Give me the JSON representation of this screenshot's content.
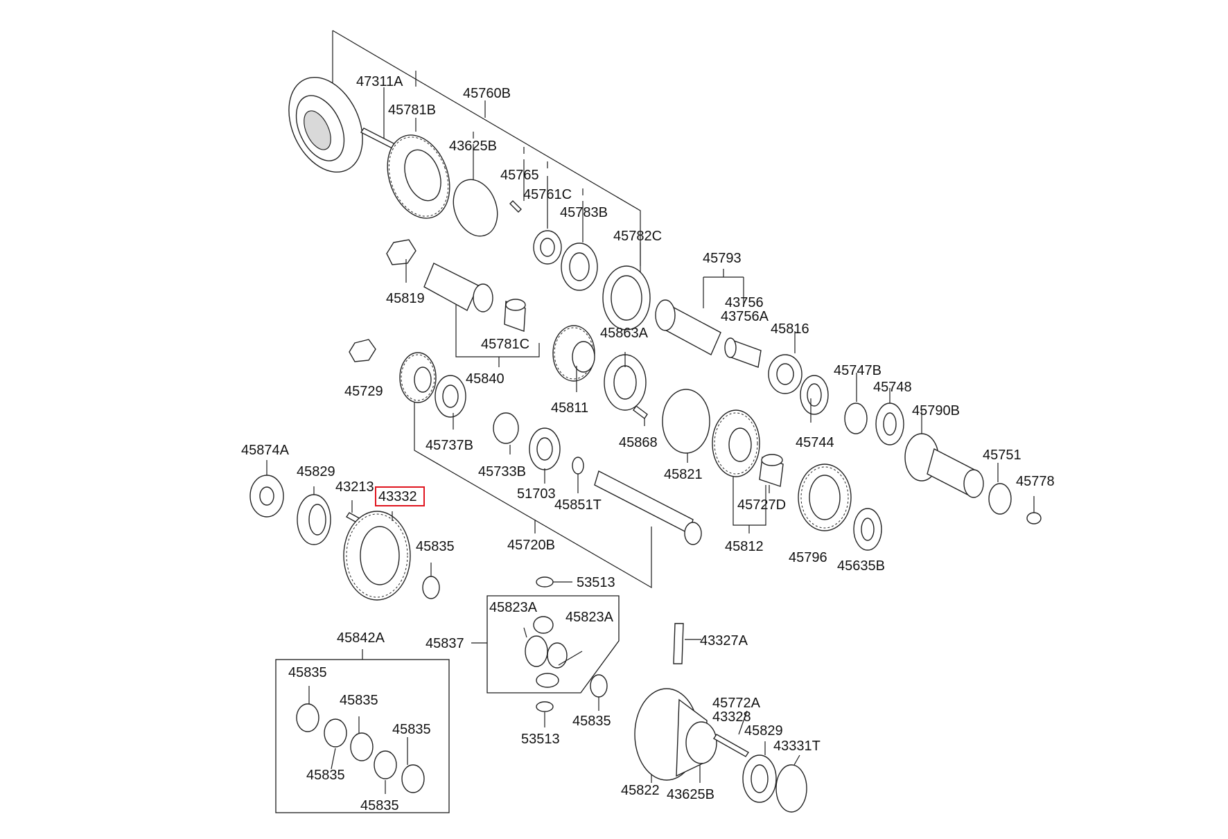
{
  "highlight": "43332",
  "colors": {
    "highlight": "#e0141e",
    "ink": "#1a1a1a",
    "part_shade": "#d9d9d9"
  },
  "labels": {
    "l47311a": "47311A",
    "l45781b": "45781B",
    "l45760b": "45760B",
    "l43625b_top": "43625B",
    "l45765": "45765",
    "l45761c": "45761C",
    "l45783b": "45783B",
    "l45782c": "45782C",
    "l45793": "45793",
    "l43756": "43756",
    "l43756a": "43756A",
    "l45816": "45816",
    "l45819": "45819",
    "l45781c": "45781C",
    "l45863a": "45863A",
    "l45840": "45840",
    "l45729": "45729",
    "l45811": "45811",
    "l45737b": "45737B",
    "l45747b": "45747B",
    "l45748": "45748",
    "l45790b": "45790B",
    "l45744": "45744",
    "l45868": "45868",
    "l45733b": "45733B",
    "l45821": "45821",
    "l45874a": "45874A",
    "l45829_left": "45829",
    "l43213": "43213",
    "l43332": "43332",
    "l51703": "51703",
    "l45851t": "45851T",
    "l45727d": "45727D",
    "l45751": "45751",
    "l45778": "45778",
    "l45835_mid": "45835",
    "l45720b": "45720B",
    "l45812": "45812",
    "l45796": "45796",
    "l45635b": "45635B",
    "l53513_top": "53513",
    "l45823a_l": "45823A",
    "l45823a_r": "45823A",
    "l45837": "45837",
    "l45842a": "45842A",
    "l43327a": "43327A",
    "l45835_b1": "45835",
    "l45835_b2": "45835",
    "l45835_b3": "45835",
    "l45835_b4": "45835",
    "l45835_b5": "45835",
    "l45835_diff": "45835",
    "l53513_bot": "53513",
    "l45772a": "45772A",
    "l43328": "43328",
    "l45829_right": "45829",
    "l43331t": "43331T",
    "l45822": "45822",
    "l43625b_bot": "43625B"
  }
}
